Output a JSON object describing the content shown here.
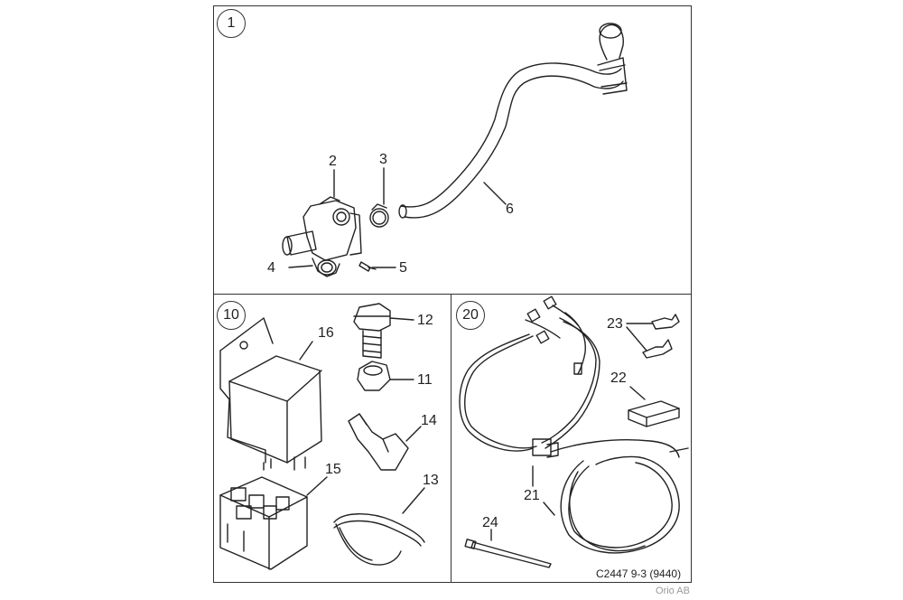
{
  "sections": [
    {
      "number": "1"
    },
    {
      "number": "10"
    },
    {
      "number": "20"
    }
  ],
  "callouts": {
    "c2": "2",
    "c3": "3",
    "c4": "4",
    "c5": "5",
    "c6": "6",
    "c11": "11",
    "c12": "12",
    "c13": "13",
    "c14": "14",
    "c15": "15",
    "c16": "16",
    "c21": "21",
    "c22": "22",
    "c23": "23",
    "c24": "24"
  },
  "footer": {
    "reference": "C2447 9-3 (9440)",
    "credit": "Orio AB"
  }
}
